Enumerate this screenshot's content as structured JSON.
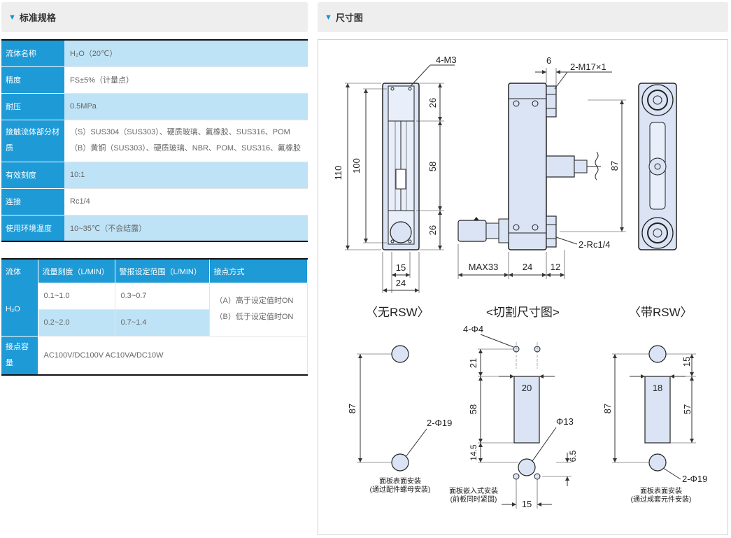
{
  "spec_section": {
    "title": "标准规格",
    "marker": "▼"
  },
  "dim_section": {
    "title": "尺寸图",
    "marker": "▼"
  },
  "spec_rows": [
    {
      "key": "流体名称",
      "value": "H₂O（20℃）"
    },
    {
      "key": "精度",
      "value": "FS±5%（计量点）"
    },
    {
      "key": "耐压",
      "value": "0.5MPa"
    },
    {
      "key": "接触流体部分材质",
      "value_line1": "（S）SUS304（SUS303）、硬质玻璃、氟橡胶、SUS316、POM",
      "value_line2": "（B）黄铜（SUS303）、硬质玻璃、NBR、POM、SUS316、氟橡胶"
    },
    {
      "key": "有效刻度",
      "value": "10:1"
    },
    {
      "key": "连接",
      "value": "Rc1/4"
    },
    {
      "key": "使用环境温度",
      "value": "10~35℃（不会结露）"
    }
  ],
  "alarm_table": {
    "headers": [
      "流体",
      "流量刻度（L/MIN）",
      "警报设定范围（L/MIN）",
      "接点方式"
    ],
    "fluid": "H₂O",
    "rows": [
      {
        "range": "0.1~1.0",
        "alarm": "0.3~0.7"
      },
      {
        "range": "0.2~2.0",
        "alarm": "0.7~1.4"
      }
    ],
    "contact_a": "（A）高于设定值时ON",
    "contact_b": "（B）低于设定值时ON",
    "capacity_key": "接点容量",
    "capacity_value": "AC100V/DC100V  AC10VA/DC10W"
  },
  "drawing": {
    "label_no_rsw": "〈无RSW〉",
    "label_cut": "<切割尺寸图>",
    "label_rsw": "〈带RSW〉",
    "dims_front": {
      "m3": "4-M3",
      "h110": "110",
      "h100": "100",
      "d26a": "26",
      "d58": "58",
      "d26b": "26",
      "w15": "15",
      "w24": "24"
    },
    "dims_side": {
      "d6": "6",
      "m17": "2-M17×1",
      "h87": "87",
      "rc": "2-Rc1/4",
      "max33": "MAX33",
      "w24": "24",
      "w12": "12"
    },
    "panel_left": {
      "h87": "87",
      "phi": "2-Φ19",
      "note1": "面板表面安装",
      "note2": "(通过配件螺母安装)"
    },
    "panel_cut": {
      "phi4": "4-Φ4",
      "d21": "21",
      "d20": "20",
      "d58": "58",
      "phi13": "Φ13",
      "d145": "14.5",
      "d65": "6.5",
      "d15": "15",
      "note1": "面板嵌入式安装",
      "note2": "(前板同时紧固)"
    },
    "panel_right": {
      "d15": "15",
      "d18": "18",
      "h87": "87",
      "d57": "57",
      "phi": "2-Φ19",
      "note1": "面板表面安装",
      "note2": "(通过成套元件安装)"
    }
  }
}
